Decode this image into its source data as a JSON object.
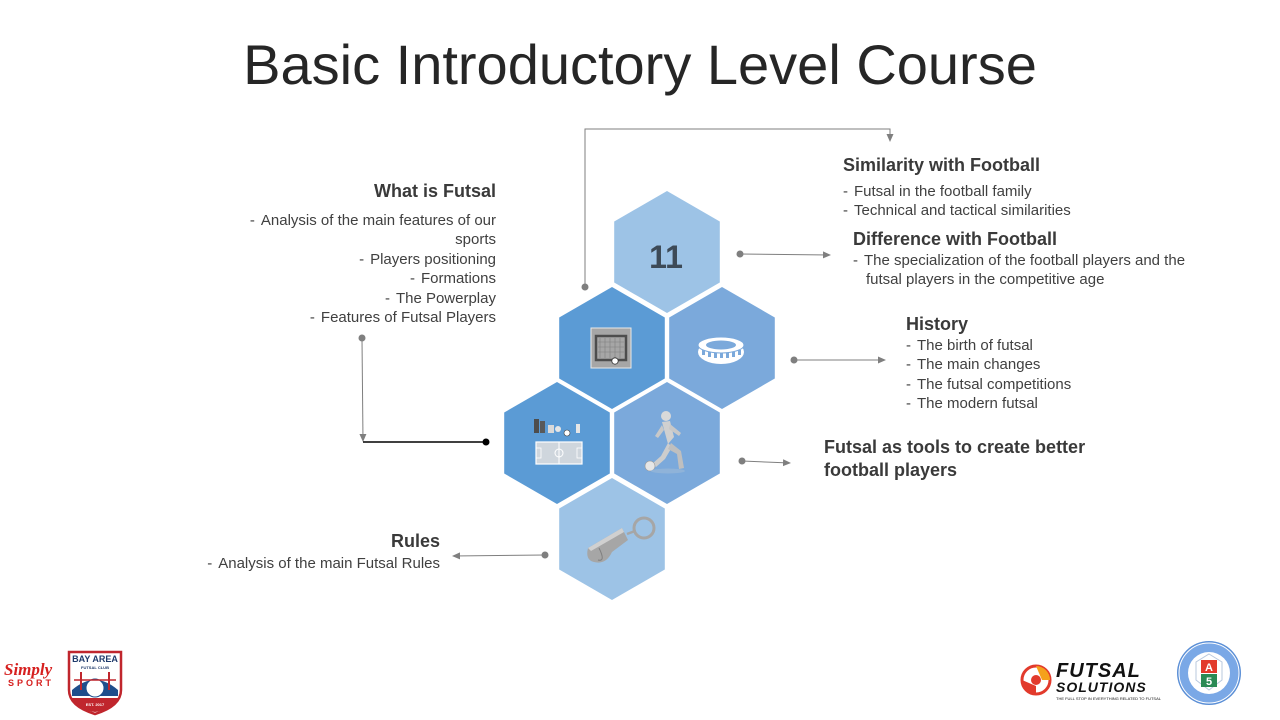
{
  "slide": {
    "title": "Basic Introductory Level Course"
  },
  "sections": {
    "what_is_futsal": {
      "heading": "What is Futsal",
      "items": [
        "Analysis of the main features of our sports",
        "Players positioning",
        "Formations",
        "The Powerplay",
        "Features of Futsal Players"
      ]
    },
    "similarity": {
      "heading": "Similarity with Football",
      "items": [
        "Futsal in the football family",
        "Technical and tactical similarities"
      ]
    },
    "difference": {
      "heading": "Difference with Football",
      "items": [
        "The specialization of the football players and the futsal players in the competitive age"
      ]
    },
    "history": {
      "heading": "History",
      "items": [
        "The birth of futsal",
        "The main changes",
        "The futsal competitions",
        "The modern futsal"
      ]
    },
    "tools": {
      "heading": "Futsal as tools to create better football players"
    },
    "rules": {
      "heading": "Rules",
      "items": [
        "Analysis of the main Futsal Rules"
      ]
    }
  },
  "hexagons": {
    "eleven_label": "11",
    "icons": [
      "eleven-players-icon",
      "futsal-goal-icon",
      "stadium-icon",
      "futsal-equipment-icon",
      "player-kicking-icon",
      "whistle-icon"
    ],
    "colors": {
      "light": "#9dc3e6",
      "medium": "#7ba9db",
      "dark": "#5b9bd5"
    }
  },
  "logos": {
    "simply_sport": {
      "line1": "Simply",
      "line2": "SPORT"
    },
    "bay_area": {
      "line1": "BAY AREA",
      "line2": "FUTSAL CLUB",
      "line3": "EST. 2017"
    },
    "futsal_solutions": {
      "line1": "FUTSAL",
      "line2": "SOLUTIONS",
      "tagline": "THE FULL STOP IN EVERYTHING RELATED TO FUTSAL"
    },
    "coach_badge": {
      "ring_text": "SERGIO GARGELLI FUTSAL COACH",
      "letter": "A",
      "number": "5"
    }
  }
}
